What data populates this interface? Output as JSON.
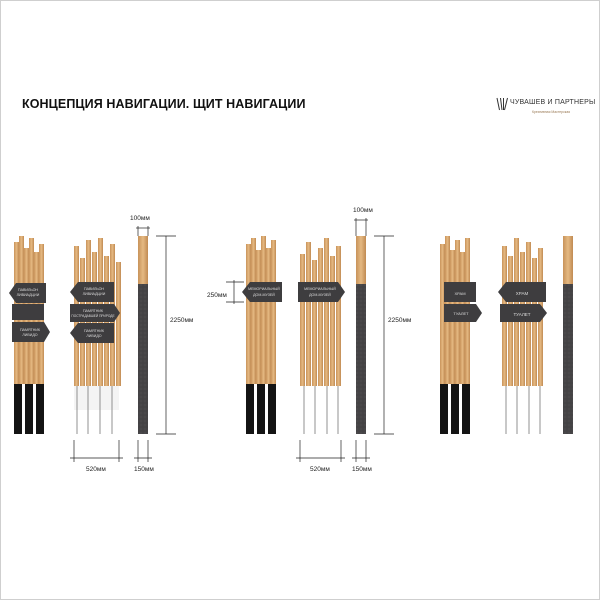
{
  "page": {
    "title": "КОНЦЕПЦИЯ НАВИГАЦИИ. ЩИТ НАВИГАЦИИ"
  },
  "logo": {
    "name": "ЧУВАШЕВ И ПАРТНЕРЫ",
    "subtitle": "Креативная Мастерская"
  },
  "colors": {
    "wood": "#d9a86a",
    "wood_dark": "#b98850",
    "panel": "#3e3d3f",
    "base": "#141414",
    "dimension": "#222222"
  },
  "variants": [
    {
      "id": "variant-1",
      "plates_front": [
        "ПАВИЛЬОН ЛИВИАДЦИИ",
        "ПАМЯТНИК ЛИВИДО"
      ],
      "plates_back": [
        "ПАВИЛЬОН ЛИВИАДЦИИ",
        "ПАМЯТНИК ПОСТРАДАВШЕЙ ПРИРОДЕ",
        "ПАМЯТНИК ЛИВИДО"
      ],
      "dims": {
        "height": "2250мм",
        "width": "520мм",
        "depth": "150мм",
        "post": "100мм"
      }
    },
    {
      "id": "variant-2",
      "plates_front": [
        "МЕМОРИАЛЬНЫЙ ДОМ-МУЗЕЙ"
      ],
      "plates_back": [
        "МЕМОРИАЛЬНЫЙ ДОМ-МУЗЕЙ"
      ],
      "dims": {
        "height": "2250мм",
        "width": "520мм",
        "depth": "150мм",
        "post": "100мм",
        "panel": "250мм"
      }
    },
    {
      "id": "variant-3",
      "plates_front": [
        "ХРАМ",
        "ТУАЛЕТ"
      ],
      "plates_back": [
        "ХРАМ",
        "ТУАЛЕТ"
      ],
      "dims": {}
    }
  ]
}
